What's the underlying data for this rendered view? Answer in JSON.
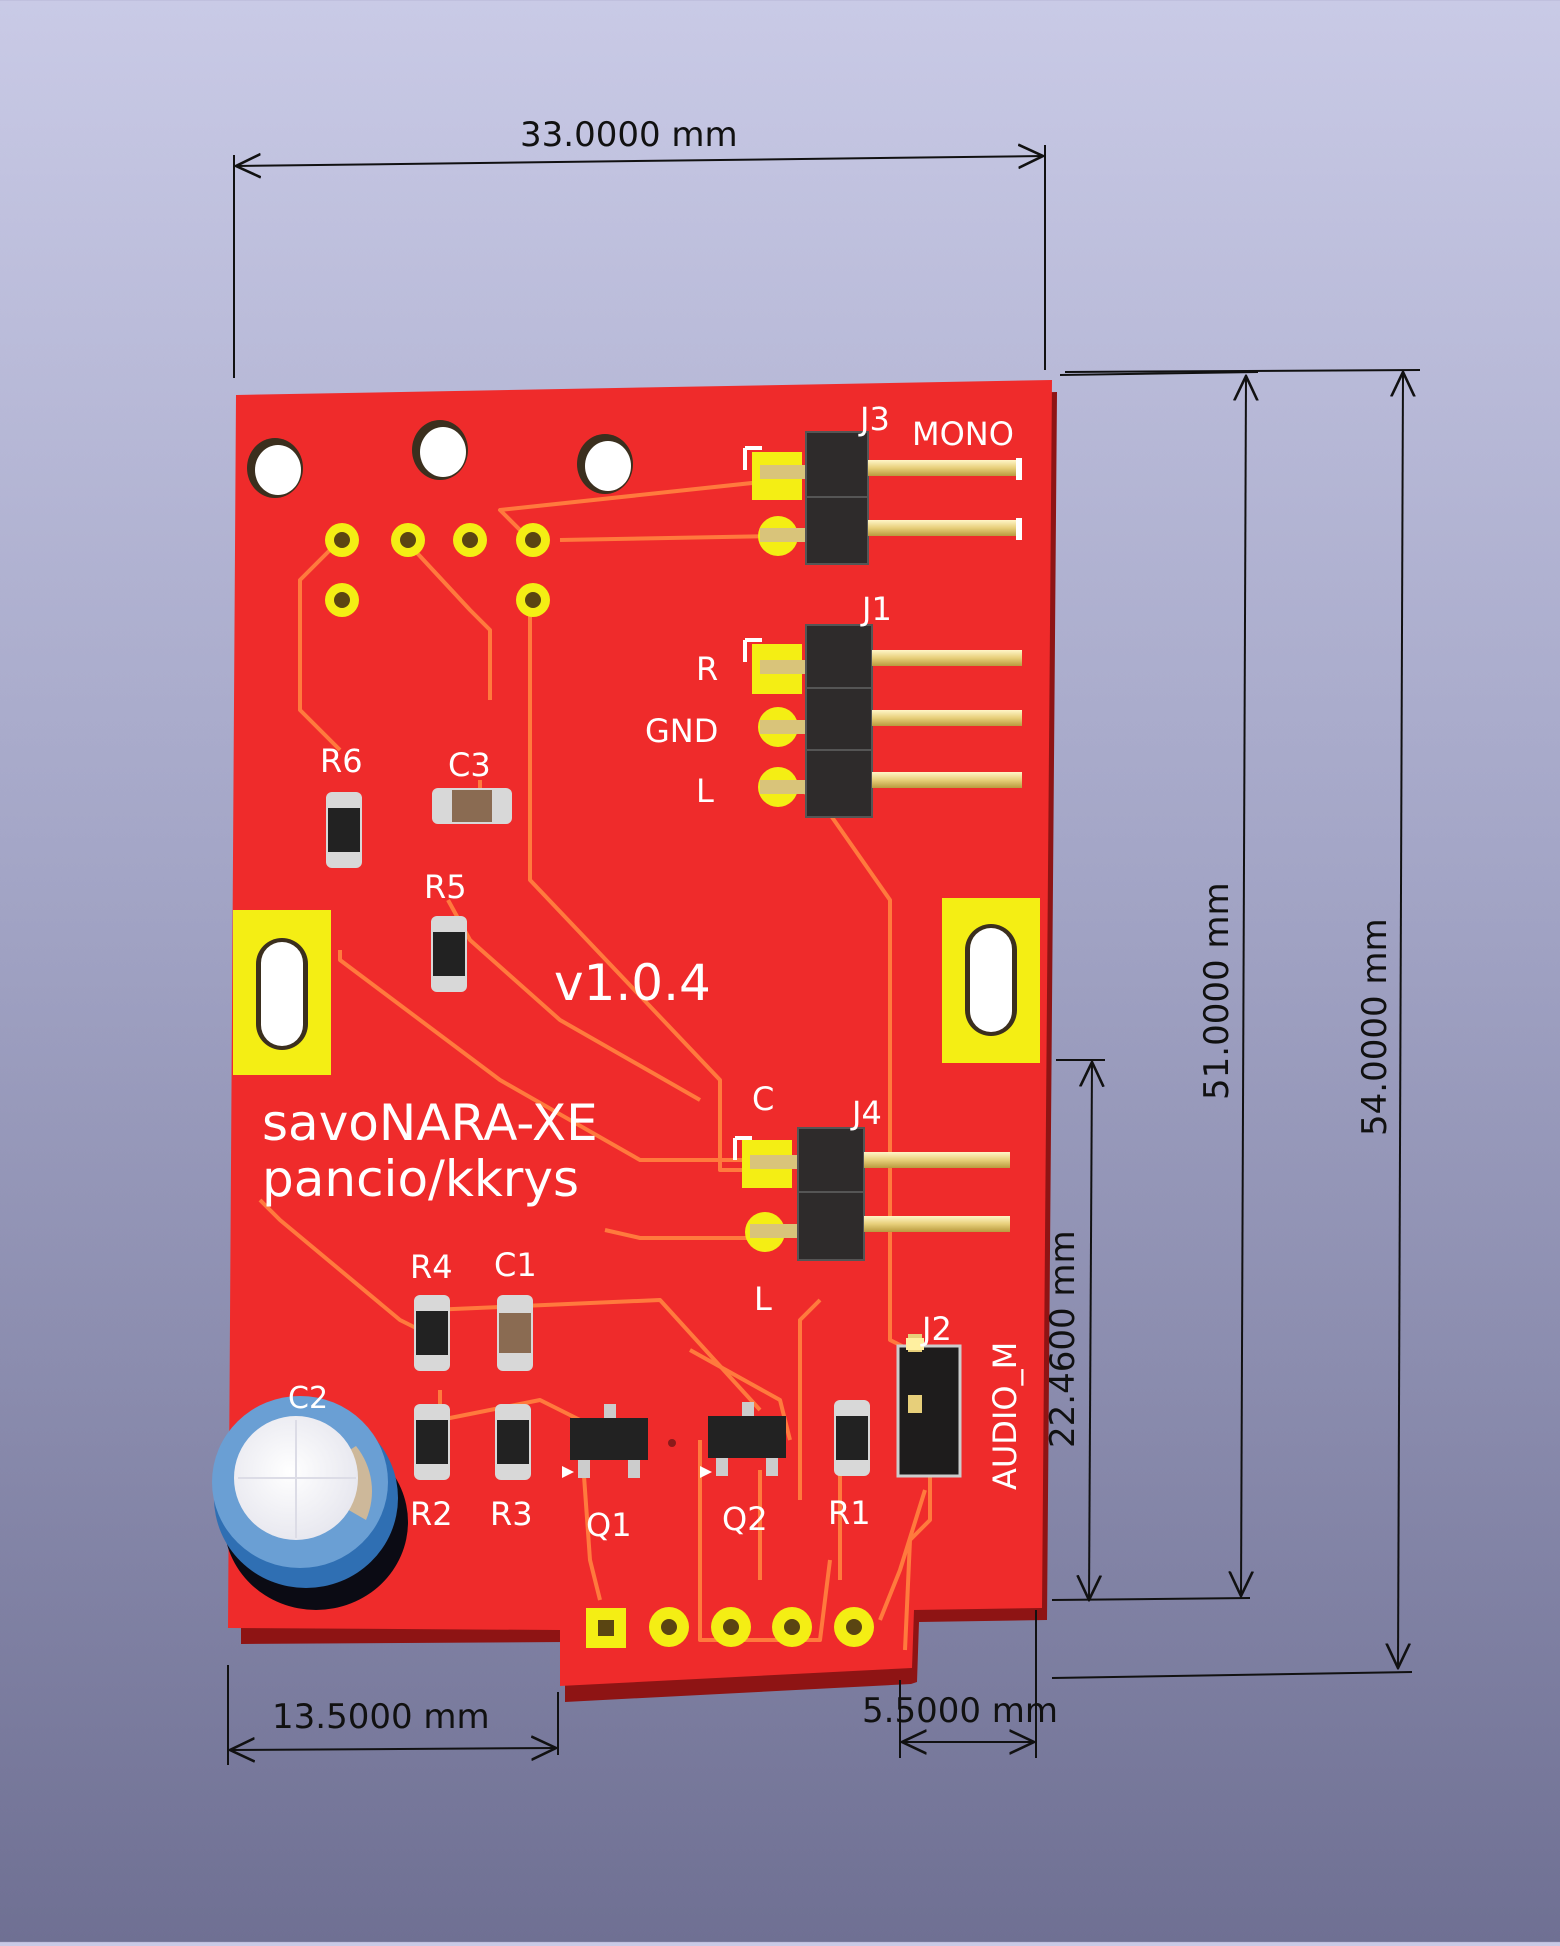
{
  "dimensions": {
    "width_top": "33.0000 mm",
    "height_inner": "51.0000 mm",
    "height_outer": "54.0000 mm",
    "height_partial": "22.4600 mm",
    "bottom_left": "13.5000 mm",
    "bottom_right": "5.5000 mm"
  },
  "board": {
    "version": "v1.0.4",
    "name": "savoNARA-XE",
    "authors": "pancio/kkrys",
    "colors": {
      "pcb": "#ef2b2b",
      "trace": "#ff7a3d",
      "pad": "#f4ee14",
      "silk": "#ffffff"
    }
  },
  "connectors": {
    "j3": {
      "ref": "J3",
      "label": "MONO"
    },
    "j1": {
      "ref": "J1",
      "pins": [
        "R",
        "GND",
        "L"
      ]
    },
    "j4": {
      "ref": "J4",
      "pins": [
        "C",
        "L"
      ]
    },
    "j2": {
      "ref": "J2",
      "label": "AUDIO_M"
    }
  },
  "components": {
    "r1": "R1",
    "r2": "R2",
    "r3": "R3",
    "r4": "R4",
    "r5": "R5",
    "r6": "R6",
    "c1": "C1",
    "c2": "C2",
    "c3": "C3",
    "q1": "Q1",
    "q2": "Q2"
  }
}
